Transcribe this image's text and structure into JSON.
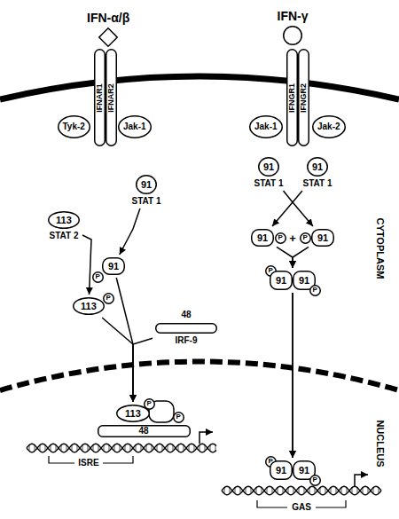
{
  "diagram": {
    "nodes": [
      {
        "text": [
          "IFN-α/β"
        ]
      },
      {
        "text": [
          "IFN-γ"
        ]
      },
      {
        "text": [
          "IFNAR1"
        ]
      },
      {
        "text": [
          "IFNAR2"
        ]
      },
      {
        "text": [
          "IFNGR1"
        ]
      },
      {
        "text": [
          "IFNGR2"
        ]
      },
      {
        "text": [
          "Tyk-2"
        ]
      },
      {
        "text": [
          "Jak-1"
        ]
      },
      {
        "text": [
          "Jak-1"
        ]
      },
      {
        "text": [
          "Jak-2"
        ]
      },
      {
        "text": [
          "91",
          "STAT 1"
        ]
      },
      {
        "text": [
          "91",
          "STAT 1"
        ]
      },
      {
        "text": [
          "91",
          "STAT 1"
        ]
      },
      {
        "text": [
          "113",
          "STAT 2"
        ]
      },
      {
        "text": [
          "91"
        ]
      },
      {
        "text": [
          "P"
        ]
      },
      {
        "text": [
          "P"
        ]
      },
      {
        "text": [
          "91"
        ]
      },
      {
        "text": [
          "91"
        ]
      },
      {
        "text": [
          "P"
        ]
      },
      {
        "text": [
          "P"
        ]
      },
      {
        "text": [
          "91"
        ]
      },
      {
        "text": [
          "91"
        ]
      },
      {
        "text": [
          "P"
        ]
      },
      {
        "text": [
          "113"
        ]
      },
      {
        "text": [
          "P"
        ]
      },
      {
        "text": [
          "48",
          "IRF-9"
        ]
      },
      {
        "text": [
          "P"
        ]
      },
      {
        "text": [
          "113"
        ]
      },
      {
        "text": [
          "P"
        ]
      },
      {
        "text": [
          "48"
        ]
      },
      {
        "text": [
          "P"
        ]
      },
      {
        "text": [
          "91"
        ]
      },
      {
        "text": [
          "91"
        ]
      },
      {
        "text": [
          "P"
        ]
      }
    ],
    "edges": [
      {
        "from": 13,
        "to": 24,
        "arrow": "to"
      },
      {
        "from": 10,
        "to": 18,
        "arrow": "to"
      },
      {
        "from": 18,
        "to": 28,
        "arrow": "to"
      },
      {
        "from": 24,
        "to": 28,
        "arrow": "to"
      },
      {
        "from": 26,
        "to": 28,
        "arrow": "to"
      },
      {
        "from": 11,
        "to": 14,
        "arrow": "to"
      },
      {
        "from": 12,
        "to": 17,
        "arrow": "to"
      },
      {
        "from": 14,
        "to": 21,
        "arrow": "to"
      },
      {
        "from": 17,
        "to": 22,
        "arrow": "to"
      },
      {
        "from": 21,
        "to": 32,
        "arrow": "to"
      },
      {
        "from": 22,
        "to": 33,
        "arrow": "to"
      }
    ],
    "labels": [
      "CYTOPLASM",
      "+",
      "ISRE",
      "NUCLEUS",
      "GAS"
    ]
  }
}
